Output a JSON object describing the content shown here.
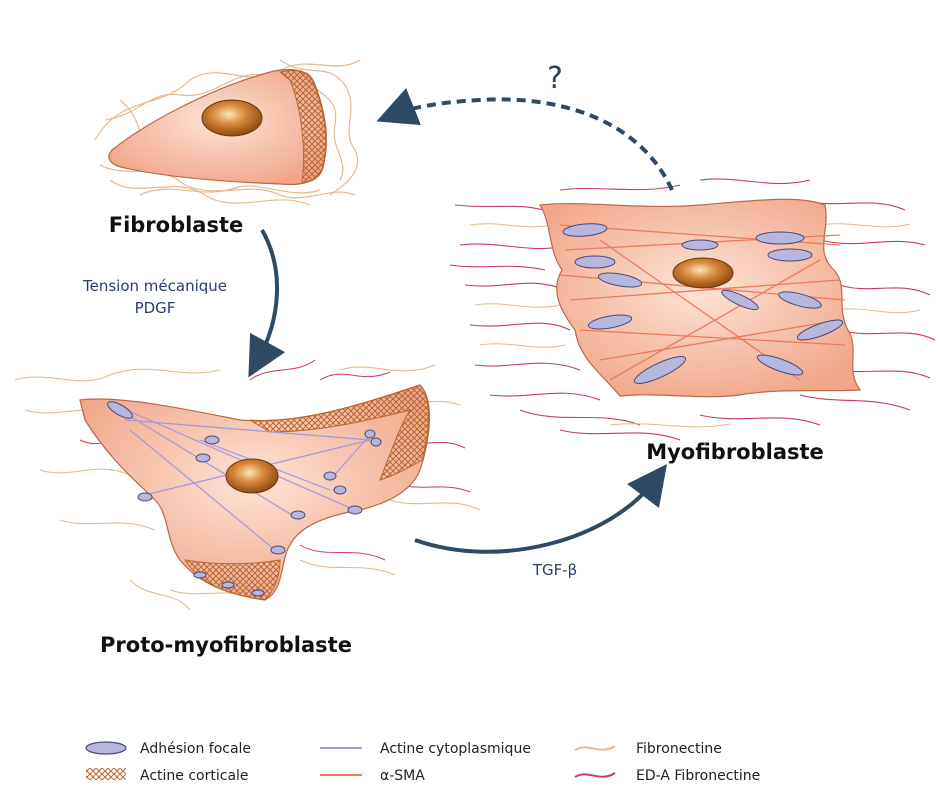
{
  "cells": {
    "fibroblast": {
      "name": "Fibroblaste"
    },
    "proto": {
      "name": "Proto-myofibroblaste"
    },
    "myo": {
      "name": "Myofibroblaste"
    }
  },
  "arrows": {
    "to_proto": {
      "line1": "Tension mécanique",
      "line2": "PDGF"
    },
    "to_myo": {
      "label": "TGF-β"
    },
    "back": {
      "label": "?"
    }
  },
  "legend": {
    "focal_adhesion": "Adhésion focale",
    "cortical_actin": "Actine corticale",
    "cytoplasmic_actin": "Actine cytoplasmique",
    "asma": "α-SMA",
    "fibronectin": "Fibronectine",
    "eda_fibronectin": "ED-A Fibronectine"
  },
  "colors": {
    "cell_fill": "#f4b497",
    "cell_edge": "#b56a4c",
    "nucleus": "#c8782a",
    "cortical_actin": "#c8743c",
    "focal_adhesion": "#b7b6dc",
    "cytoplasmic_actin": "#9e9be0",
    "asma": "#ef7a5c",
    "fibronectin": "#e3b98e",
    "eda_fibronectin": "#c93a5e",
    "arrow": "#2f4a62"
  }
}
